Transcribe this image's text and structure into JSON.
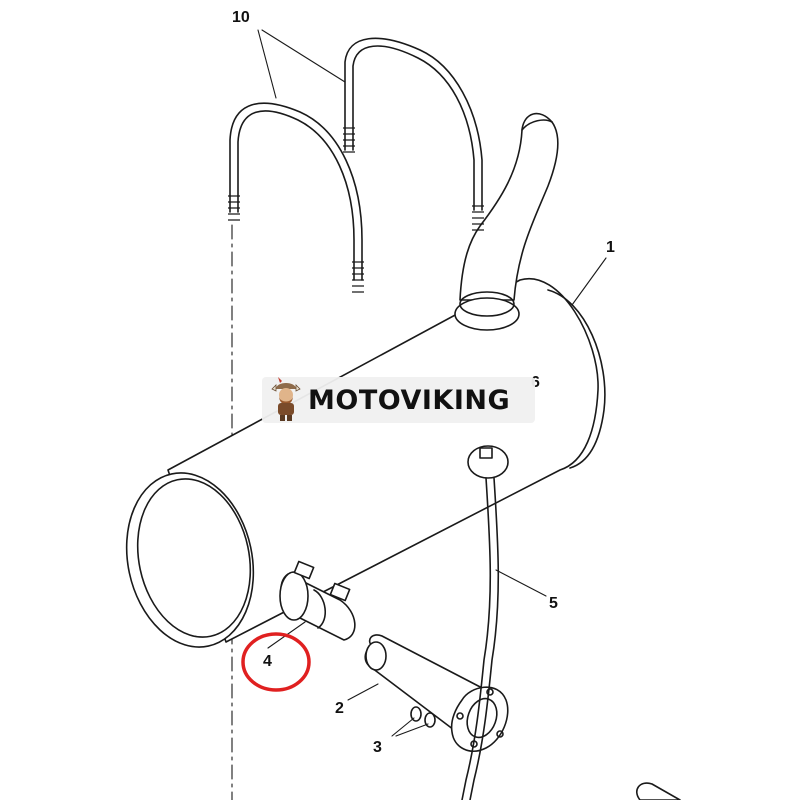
{
  "diagram": {
    "callouts": [
      {
        "id": "1",
        "label": "1"
      },
      {
        "id": "2",
        "label": "2"
      },
      {
        "id": "3",
        "label": "3"
      },
      {
        "id": "4",
        "label": "4"
      },
      {
        "id": "5",
        "label": "5"
      },
      {
        "id": "6",
        "label": "6"
      },
      {
        "id": "10",
        "label": "10"
      }
    ],
    "highlight": {
      "target_callout": "4",
      "color": "#e02020"
    },
    "line_color": "#1a1a1a"
  },
  "watermark": {
    "text": "MOTOVIKING",
    "logo_icon": "viking-mascot-icon"
  }
}
